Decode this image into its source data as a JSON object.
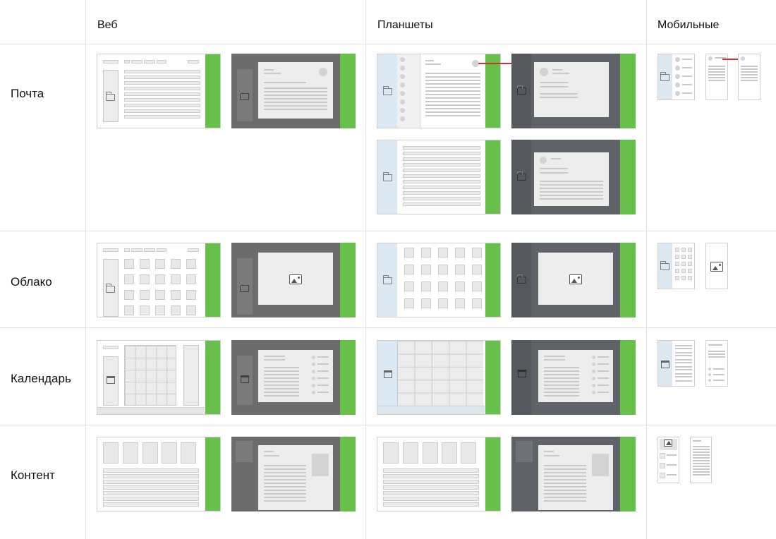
{
  "columns": [
    "Веб",
    "Планшеты",
    "Мобильные"
  ],
  "rows": [
    "Почта",
    "Облако",
    "Календарь",
    "Контент"
  ],
  "colors": {
    "accent_green": "#67c04a",
    "arrow_red": "#d3312b",
    "tablet_sidebar": "#dce8f2",
    "dark_overlay": "#6c6c6c"
  },
  "icons": [
    "folder-icon",
    "image-icon",
    "calendar-icon"
  ]
}
